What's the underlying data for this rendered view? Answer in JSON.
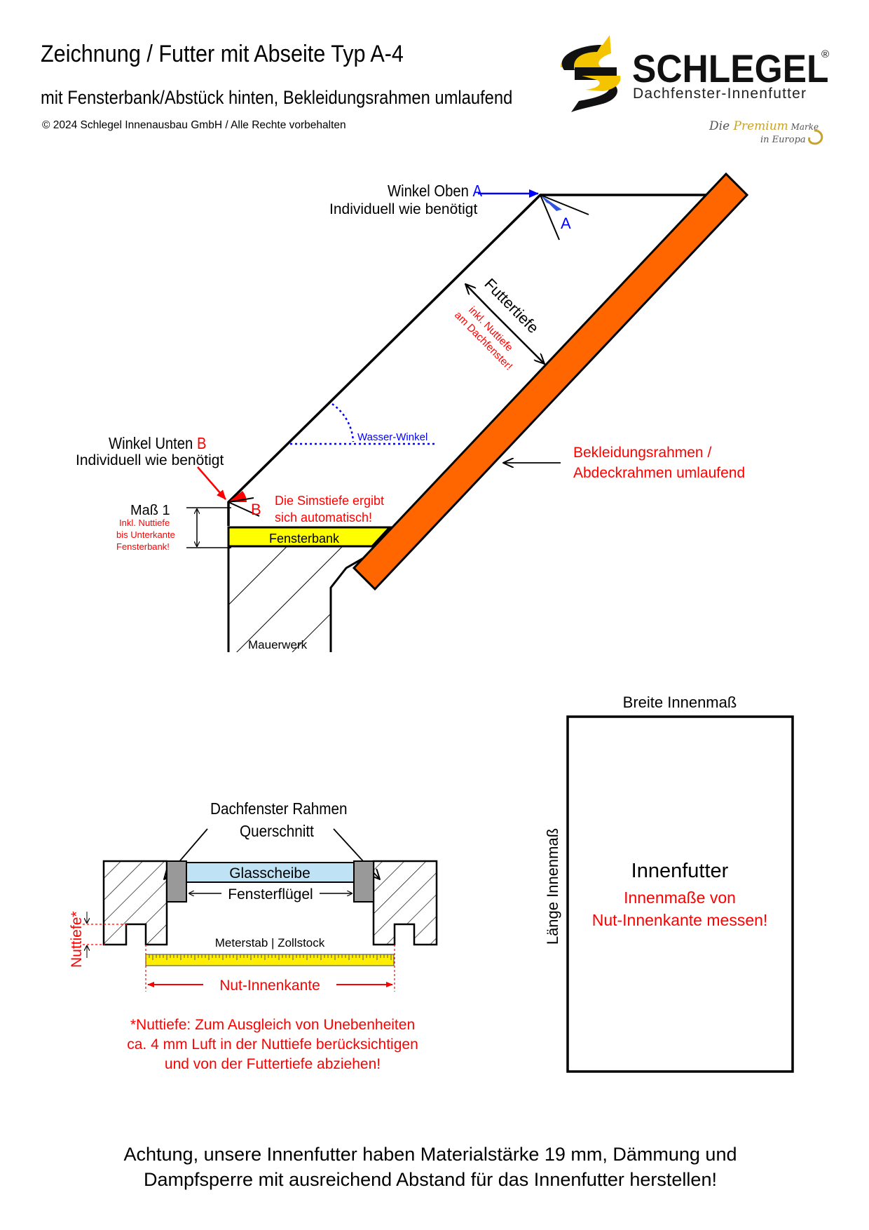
{
  "header": {
    "title": "Zeichnung / Futter mit Abseite Typ A-4",
    "subtitle": "mit Fensterbank/Abstück hinten, Bekleidungsrahmen umlaufend",
    "copyright": "© 2024 Schlegel Innenausbau GmbH / Alle Rechte vorbehalten"
  },
  "logo": {
    "brand": "SCHLEGEL",
    "registered": "®",
    "tagline": "Dachfenster-Innenfutter",
    "slogan_line1_a": "Die ",
    "slogan_line1_b": "Premium",
    "slogan_line1_c": " Marke",
    "slogan_line2": "in Europa"
  },
  "side_drawing": {
    "winkel_oben": "Winkel Oben ",
    "winkel_oben_letter": "A",
    "winkel_oben_note": "Individuell wie benötigt",
    "angle_a": "A",
    "futtertiefe": "Futtertiefe",
    "futtertiefe_note1": "inkl. Nuttiefe",
    "futtertiefe_note2": "am Dachfenster!",
    "wasser_winkel": "Wasser-Winkel",
    "winkel_unten": "Winkel Unten ",
    "winkel_unten_letter": "B",
    "winkel_unten_note": "Individuell wie benötigt",
    "angle_b": "B",
    "mass1": "Maß 1",
    "mass1_note1": "Inkl. Nuttiefe",
    "mass1_note2": "bis Unterkante",
    "mass1_note3": "Fensterbank!",
    "simstiefe1": "Die Simstiefe ergibt",
    "simstiefe2": "sich automatisch!",
    "fensterbank": "Fensterbank",
    "mauerwerk": "Mauerwerk",
    "bekleidung1": "Bekleidungsrahmen /",
    "bekleidung2": "Abdeckrahmen umlaufend"
  },
  "cross_section": {
    "title1": "Dachfenster Rahmen",
    "title2": "Querschnitt",
    "glasscheibe": "Glasscheibe",
    "fensterfluegel": "Fensterflügel",
    "nuttiefe": "Nuttiefe*",
    "meterstab": "Meterstab | Zollstock",
    "nut_innenkante": "Nut-Innenkante",
    "note1": "*Nuttiefe: Zum Ausgleich von Unebenheiten",
    "note2": "ca. 4 mm Luft in der Nuttiefe berücksichtigen",
    "note3": "und von der Futtertiefe abziehen!"
  },
  "inner_box": {
    "breite": "Breite Innenmaß",
    "laenge": "Länge Innenmaß",
    "title": "Innenfutter",
    "note1": "Innenmaße von",
    "note2": "Nut-Innenkante messen!"
  },
  "footer": {
    "line1": "Achtung, unsere Innenfutter haben Materialstärke 19 mm, Dämmung und",
    "line2": "Dampfsperre mit ausreichend Abstand für das Innenfutter herstellen!"
  },
  "colors": {
    "orange": "#ff6600",
    "yellow": "#ffff00",
    "red": "#ff0000",
    "blue": "#0000ff",
    "glass": "#bfe3f5",
    "logo_yellow": "#f5c400",
    "gold": "#c9a227"
  }
}
